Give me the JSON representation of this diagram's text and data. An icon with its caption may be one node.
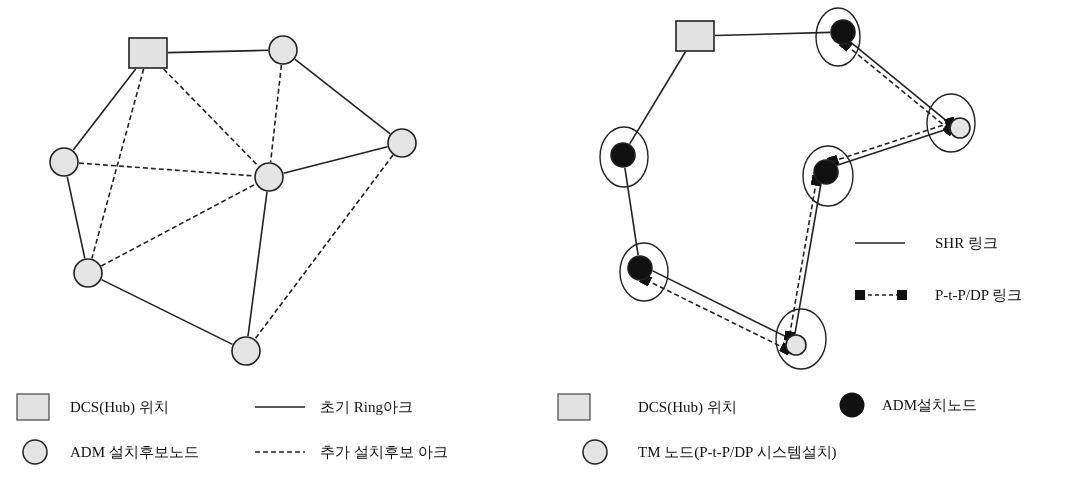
{
  "diagram": {
    "nodes": [
      {
        "text": [],
        "shape": "box"
      },
      {
        "text": [],
        "shape": "circle"
      },
      {
        "text": [],
        "shape": "circle"
      },
      {
        "text": [],
        "shape": "circle"
      },
      {
        "text": [],
        "shape": "circle"
      },
      {
        "text": [],
        "shape": "circle"
      },
      {
        "text": [],
        "shape": "circle"
      },
      {
        "text": [],
        "shape": "box"
      },
      {
        "text": [],
        "shape": "ellipse"
      },
      {
        "text": [],
        "shape": "circle",
        "in": 8
      },
      {
        "text": [],
        "shape": "ellipse"
      },
      {
        "text": [],
        "shape": "circle",
        "in": 10
      },
      {
        "text": [],
        "shape": "ellipse"
      },
      {
        "text": [],
        "shape": "circle",
        "in": 12
      },
      {
        "text": [],
        "shape": "ellipse"
      },
      {
        "text": [],
        "shape": "circle",
        "in": 14
      },
      {
        "text": [],
        "shape": "ellipse"
      },
      {
        "text": [],
        "shape": "circle",
        "in": 16
      },
      {
        "text": [],
        "shape": "ellipse"
      },
      {
        "text": [],
        "shape": "circle",
        "in": 18
      }
    ],
    "edges": [
      {
        "from": 0,
        "to": 1,
        "arrow": "none"
      },
      {
        "from": 1,
        "to": 2,
        "arrow": "none"
      },
      {
        "from": 0,
        "to": 3,
        "arrow": "none"
      },
      {
        "from": 3,
        "to": 5,
        "arrow": "none"
      },
      {
        "from": 5,
        "to": 6,
        "arrow": "none"
      },
      {
        "from": 6,
        "to": 4,
        "arrow": "none"
      },
      {
        "from": 4,
        "to": 2,
        "arrow": "none"
      },
      {
        "from": 0,
        "to": 5,
        "arrow": "none",
        "style": "dashed"
      },
      {
        "from": 0,
        "to": 4,
        "arrow": "none",
        "style": "dashed"
      },
      {
        "from": 1,
        "to": 4,
        "arrow": "none",
        "style": "dashed"
      },
      {
        "from": 3,
        "to": 4,
        "arrow": "none",
        "style": "dashed"
      },
      {
        "from": 5,
        "to": 4,
        "arrow": "none",
        "style": "dashed"
      },
      {
        "from": 2,
        "to": 6,
        "arrow": "none",
        "style": "dashed"
      },
      {
        "from": 7,
        "to": 9,
        "arrow": "none"
      },
      {
        "from": 7,
        "to": 15,
        "arrow": "none"
      },
      {
        "from": 15,
        "to": 17,
        "arrow": "none"
      },
      {
        "from": 17,
        "to": 19,
        "arrow": "none"
      },
      {
        "from": 19,
        "to": 13,
        "arrow": "none"
      },
      {
        "from": 13,
        "to": 11,
        "arrow": "none"
      },
      {
        "from": 11,
        "to": 9,
        "arrow": "none"
      },
      {
        "from": 9,
        "to": 11,
        "arrow": "other",
        "style": "dashed"
      },
      {
        "from": 11,
        "to": 13,
        "arrow": "other",
        "style": "dashed"
      },
      {
        "from": 13,
        "to": 19,
        "arrow": "other",
        "style": "dashed"
      },
      {
        "from": 17,
        "to": 19,
        "arrow": "other",
        "style": "dashed"
      }
    ],
    "legend": [
      {
        "text": "DCS(Hub) 위치"
      },
      {
        "text": "초기 Ring아크"
      },
      {
        "text": "ADM 설치후보노드"
      },
      {
        "text": "추가 설치후보 아크"
      },
      {
        "text": "SHR 링크"
      },
      {
        "text": "P-t-P/DP 링크"
      },
      {
        "text": "DCS(Hub) 위치"
      },
      {
        "text": "ADM설치노드"
      },
      {
        "text": "TM 노드(P-t-P/DP 시스템설치)"
      }
    ]
  }
}
